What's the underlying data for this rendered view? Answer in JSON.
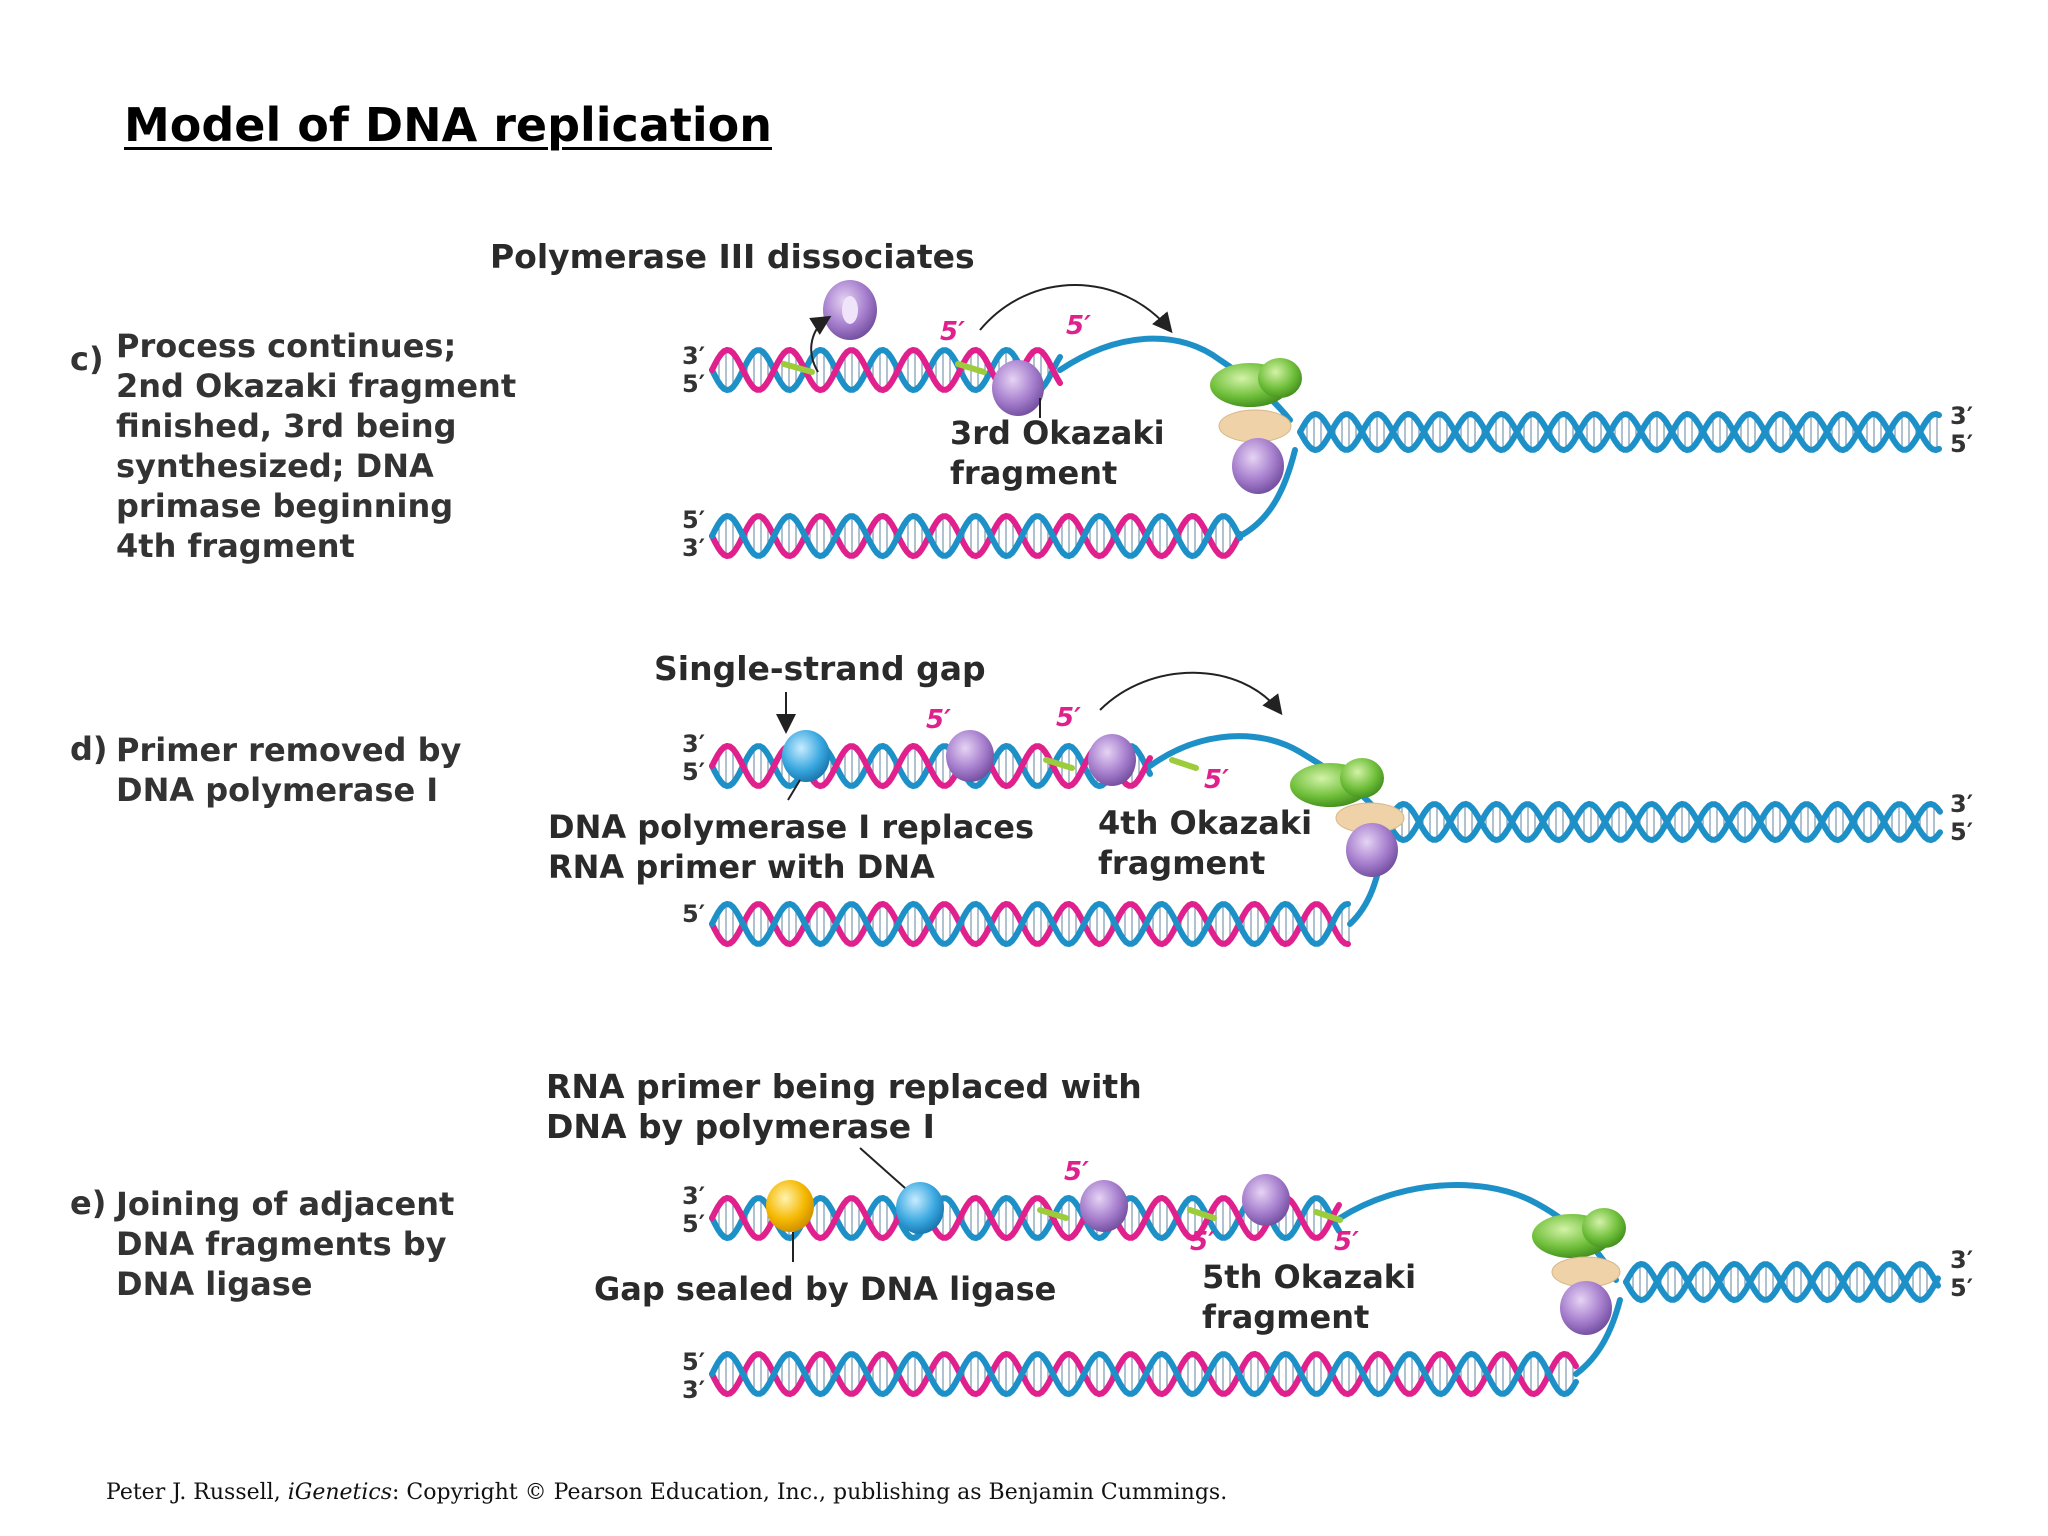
{
  "title": "Model of DNA replication",
  "panels": [
    {
      "letter": "c)",
      "description": [
        "Process continues;",
        "2nd Okazaki fragment",
        "finished, 3rd being",
        "synthesized; DNA",
        "primase beginning",
        "4th fragment"
      ],
      "labels": {
        "top": "Polymerase III dissociates",
        "fragment_line1": "3rd Okazaki",
        "fragment_line2": "fragment"
      }
    },
    {
      "letter": "d)",
      "description": [
        "Primer removed by",
        "DNA polymerase I"
      ],
      "labels": {
        "top": "Single-strand gap",
        "pol1_line1": "DNA polymerase I replaces",
        "pol1_line2": "RNA primer with DNA",
        "fragment_line1": "4th Okazaki",
        "fragment_line2": "fragment"
      }
    },
    {
      "letter": "e)",
      "description": [
        "Joining of adjacent",
        "DNA fragments by",
        "DNA ligase"
      ],
      "labels": {
        "top_line1": "RNA primer being replaced with",
        "top_line2": "DNA by polymerase I",
        "ligase": "Gap sealed by DNA ligase",
        "fragment_line1": "5th Okazaki",
        "fragment_line2": "fragment"
      }
    }
  ],
  "strand_ends": {
    "three_prime": "3′",
    "five_prime": "5′"
  },
  "credit": {
    "author": "Peter J. Russell, ",
    "book": "iGenetics",
    "rest": ": Copyright © Pearson Education, Inc., publishing as Benjamin Cummings."
  },
  "colors": {
    "template_strand": "#1e90c8",
    "new_strand": "#e0208c",
    "rna_primer": "#9ccc3c",
    "polymerase_iii": "#9a6cc4",
    "helicase": "#6fbf3a",
    "primase": "#f0d2a8",
    "polymerase_i": "#3aa8e0",
    "ligase": "#f5b800"
  }
}
